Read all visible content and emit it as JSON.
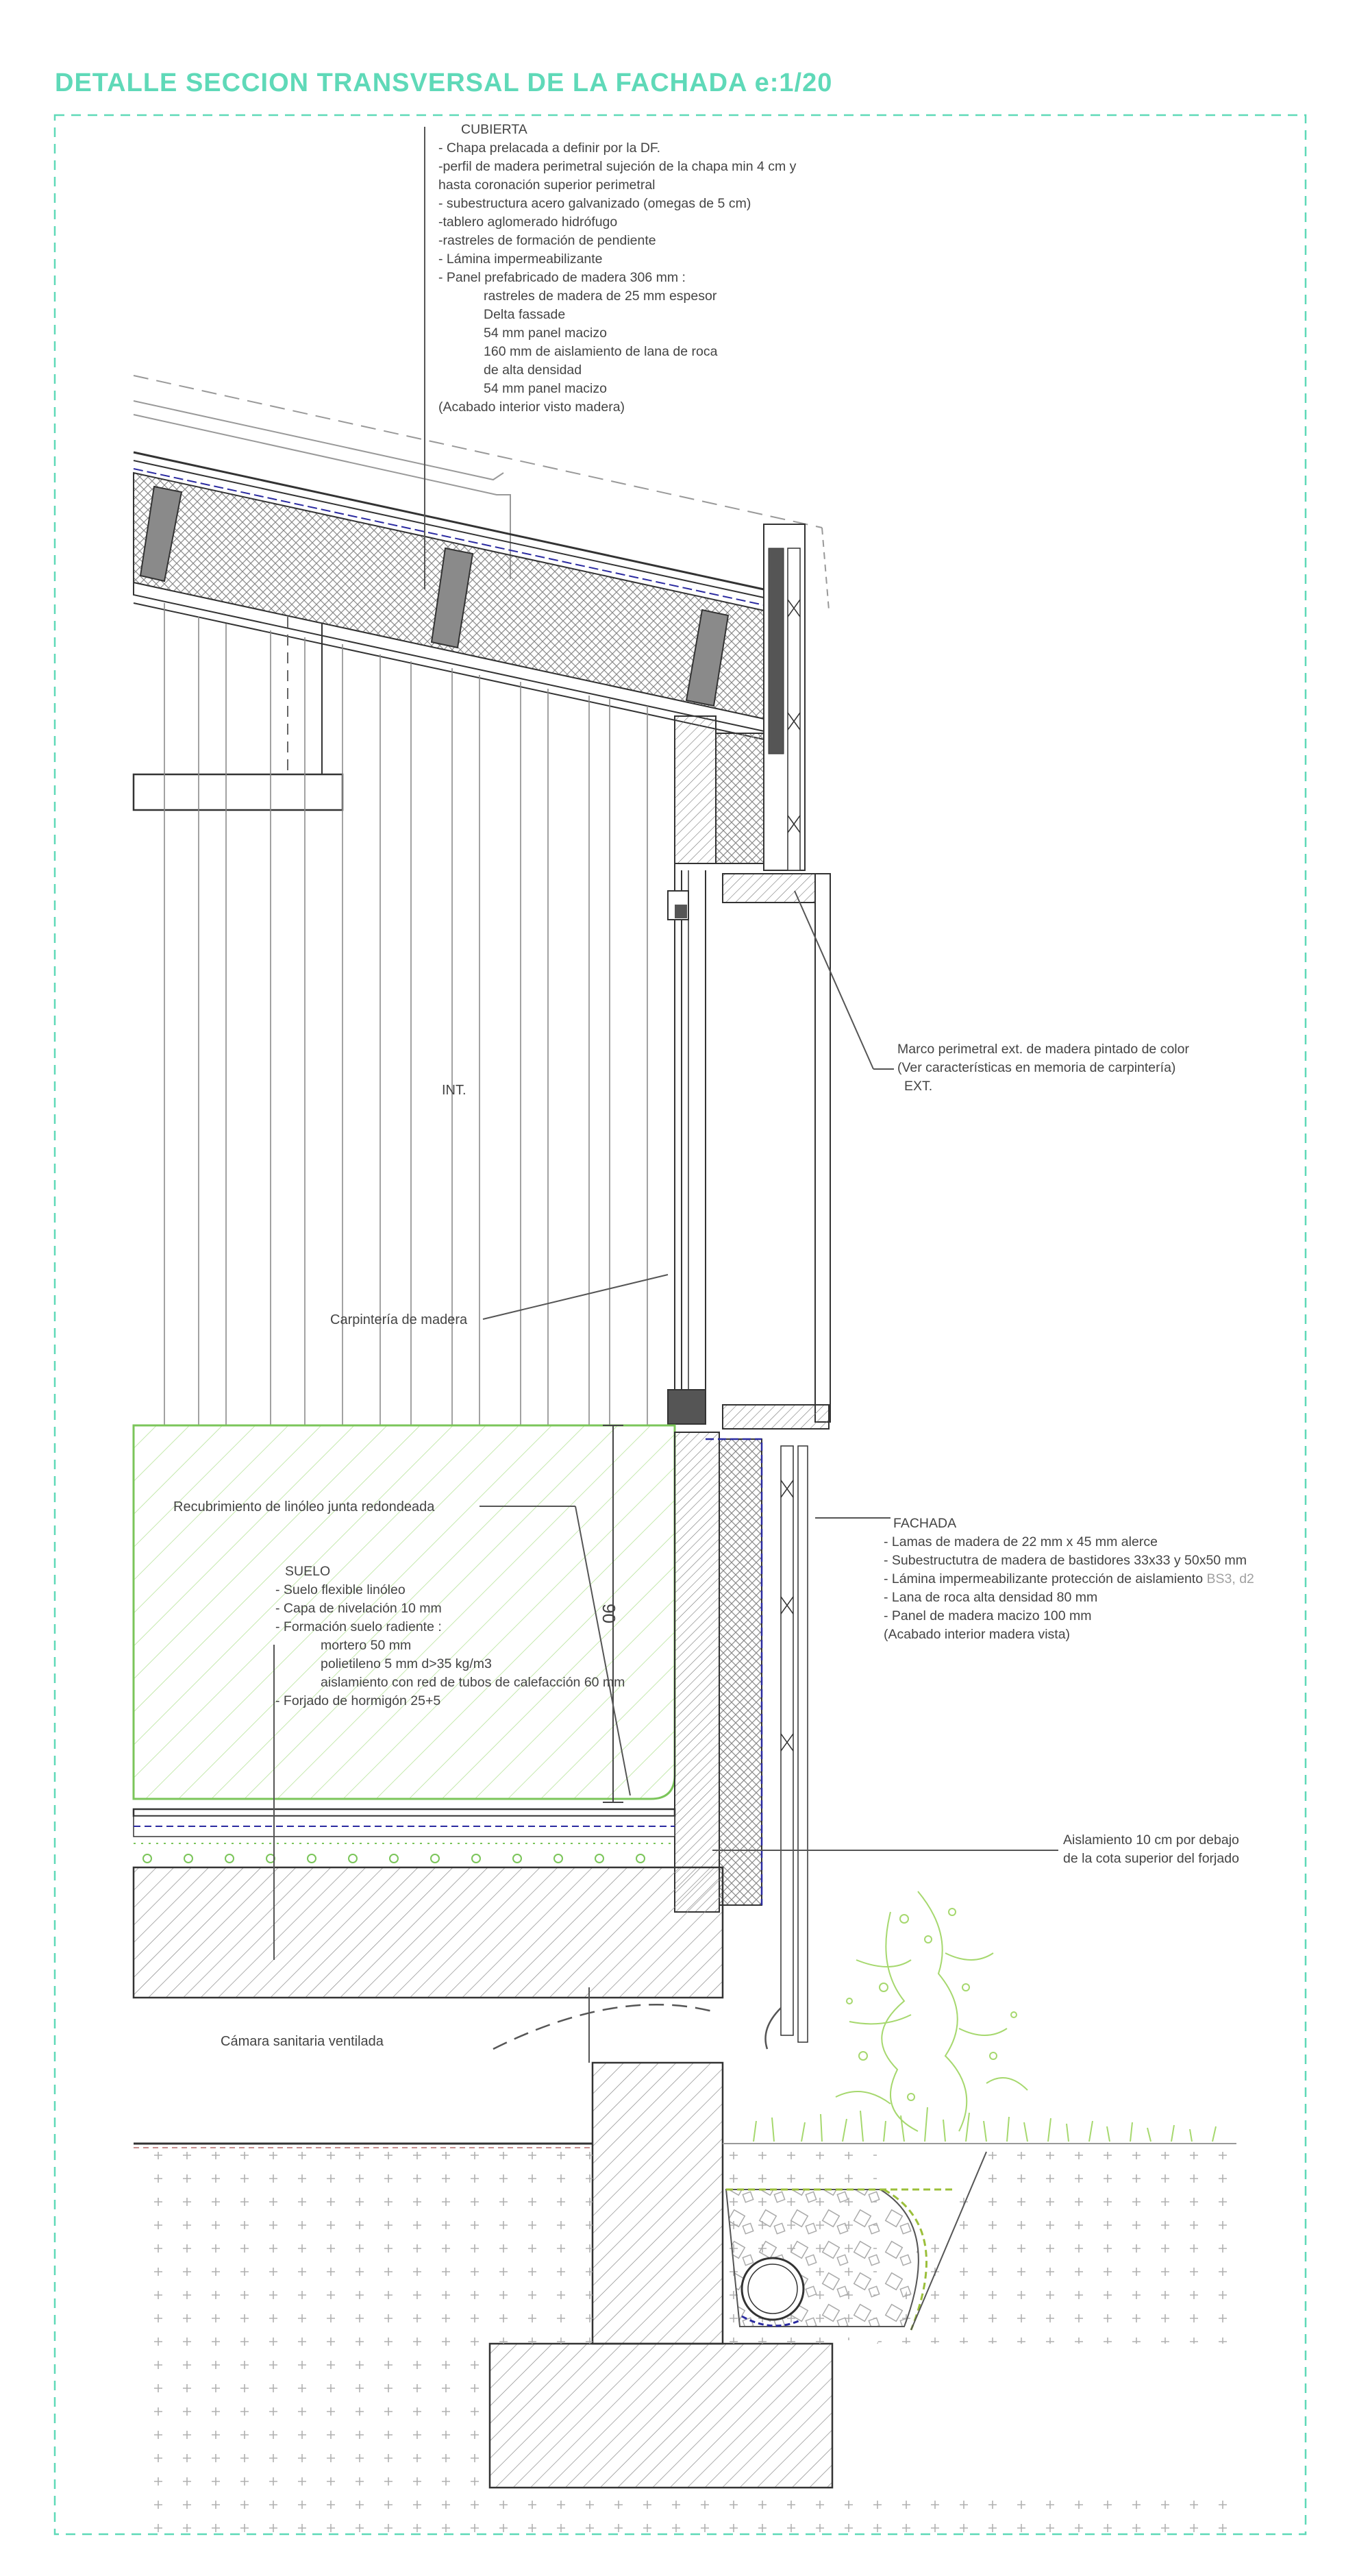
{
  "title": "DETALLE  SECCION TRANSVERSAL DE LA FACHADA e:1/20",
  "colors": {
    "title": "#5fd9b8",
    "frame": "#5fd9b8",
    "floor_hatch": "#9be07a",
    "membrane": "#2a2aa0",
    "vegetation": "#a6d86e",
    "lines": "#555555"
  },
  "cubierta": {
    "heading": "CUBIERTA",
    "lines": [
      "- Chapa prelacada a definir por la DF.",
      "-perfil de madera perimetral sujeción de la chapa min 4 cm y",
      "hasta coronación superior perimetral",
      "- subestructura acero galvanizado (omegas de 5 cm)",
      "-tablero aglomerado hidrófugo",
      "-rastreles de formación de pendiente",
      "- Lámina impermeabilizante",
      "- Panel prefabricado de madera 306 mm :"
    ],
    "sub_lines": [
      "rastreles de madera de 25 mm espesor",
      "Delta fassade",
      "54 mm panel macizo",
      "160 mm de aislamiento de lana de roca",
      "de alta densidad",
      "54 mm panel macizo"
    ],
    "footer": "(Acabado interior visto madera)"
  },
  "marco": {
    "line1": "Marco perimetral ext. de madera pintado de color",
    "line2": "(Ver características en memoria de carpintería)",
    "ext": "EXT."
  },
  "int_label": "INT.",
  "carpinteria": "Carpintería de madera",
  "recubrimiento": "Recubrimiento de linóleo junta redondeada",
  "dimension": "90",
  "suelo": {
    "heading": "SUELO",
    "lines": [
      "- Suelo flexible linóleo",
      "- Capa de nivelación 10 mm",
      "- Formación suelo radiente :"
    ],
    "sub_lines": [
      "mortero 50 mm",
      "polietileno 5 mm d>35 kg/m3",
      "aislamiento con red de tubos de calefacción 60 mm"
    ],
    "footer": "- Forjado de hormigón 25+5"
  },
  "fachada": {
    "heading": "FACHADA",
    "lines": [
      "- Lamas de madera de 22 mm x 45 mm alerce",
      "- Subestructutra de madera de bastidores 33x33 y 50x50 mm",
      "- Lámina impermeabilizante protección de aislamiento",
      "- Lana de roca alta densidad 80 mm",
      "- Panel de madera macizo 100 mm",
      "(Acabado interior madera vista)"
    ],
    "grey_suffix": "BS3, d2"
  },
  "aislamiento": {
    "line1": "Aislamiento 10 cm por debajo",
    "line2": "de la cota superior del forjado"
  },
  "camara": "Cámara sanitaria ventilada"
}
